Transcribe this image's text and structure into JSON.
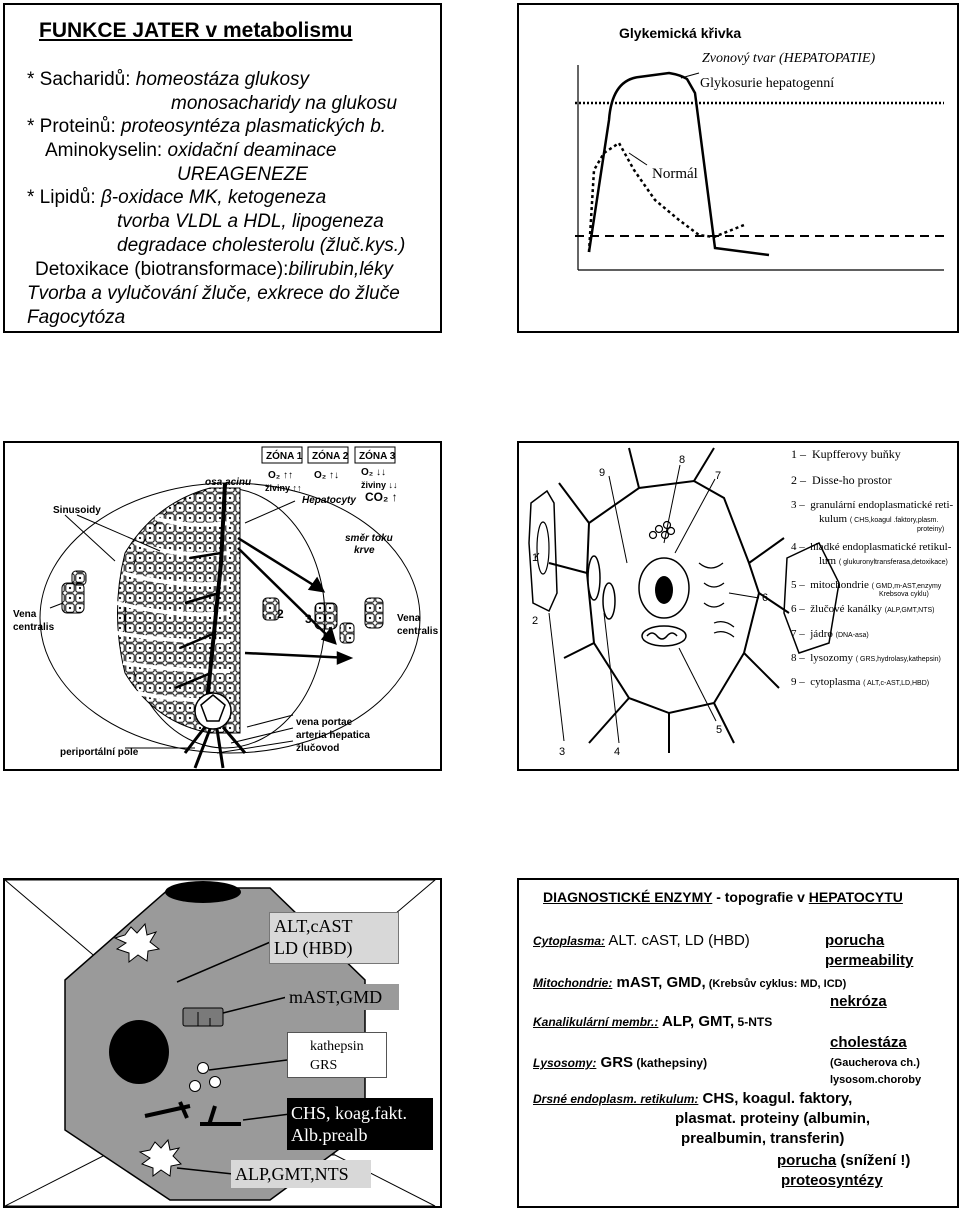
{
  "panel1": {
    "title": "FUNKCE JATER v metabolismu",
    "l1_prefix": "* Sacharidů: ",
    "l1_italic": "homeostáza glukosy",
    "l2": "monosacharidy na glukosu",
    "l3_prefix": "* Proteinů: ",
    "l3_italic": "proteosyntéza plasmatických b.",
    "l4_prefix": "Aminokyselin: ",
    "l4_italic": "oxidační deaminace",
    "l5": "UREAGENEZE",
    "l6_prefix": "* Lipidů: ",
    "l6_italic": "β-oxidace MK, ketogeneza",
    "l7": "tvorba VLDL a HDL, lipogeneza",
    "l8": "degradace cholesterolu (žluč.kys.)",
    "l9_prefix": "Detoxikace (biotransformace):",
    "l9_italic": "bilirubin,léky",
    "l10": "Tvorba a vylučování žluče, exkrece do žluče",
    "l11": "Fagocytóza"
  },
  "panel2": {
    "title": "Glykemická křivka",
    "bell_label": "Zvonový tvar (HEPATOPATIE)",
    "glyk_label": "Glykosurie hepatogenní",
    "normal_label": "Normál"
  },
  "panel3": {
    "zona1": "ZÓNA 1",
    "zona2": "ZÓNA 2",
    "zona3": "ZÓNA 3",
    "z1_o2": "O₂ ↑↑",
    "z1_ziviny": "živiny ↑↑",
    "z2_o2": "O₂ ↑↓",
    "z3_o2": "O₂ ↓↓",
    "z3_ziviny": "živiny ↓↓",
    "z3_co2": "CO₂ ↑",
    "osa_acinu": "osa acinu",
    "hepatocyty": "Hepatocyty",
    "sinusoidy": "Sinusoidy",
    "smer_toku": "směr toku",
    "krve": "krve",
    "vena_left_1": "Vena",
    "vena_left_2": "centralis",
    "vena_right_1": "Vena",
    "vena_right_2": "centralis",
    "num2": "2",
    "num3": "3",
    "vena_portae": "vena portae",
    "arteria": "arteria hepatica",
    "zlucovod": "žlučovod",
    "periportalni": "periportální pole"
  },
  "panel4": {
    "nums": [
      "1",
      "2",
      "3",
      "4",
      "5",
      "6",
      "7",
      "8",
      "9"
    ],
    "legend": [
      {
        "n": "1",
        "text": "Kupfferovy buňky",
        "sub": ""
      },
      {
        "n": "2",
        "text": "Disse-ho prostor",
        "sub": ""
      },
      {
        "n": "3",
        "text": "granulární endoplasmatické reti-",
        "text2": "kulum",
        "sub": "( CHS,koagul .faktory,plasm.",
        "sub2": "proteiny)"
      },
      {
        "n": "4",
        "text": "hladké endoplasmatické retikul-",
        "text2": "lum",
        "sub": "( glukuronyltransferasa,detoxikace)"
      },
      {
        "n": "5",
        "text": "mitochondrie",
        "sub": "( GMD,m-AST,enzymy",
        "sub2": "Krebsova cyklu)"
      },
      {
        "n": "6",
        "text": "žlučové kanálky",
        "sub": "(ALP,GMT,NTS)"
      },
      {
        "n": "7",
        "text": "jádro",
        "sub": "(DNA-asa)"
      },
      {
        "n": "8",
        "text": "lysozomy",
        "sub": "( GRS,hydrolasy,kathepsin)"
      },
      {
        "n": "9",
        "text": "cytoplasma",
        "sub": "( ALT,c-AST,LD,HBD)"
      }
    ]
  },
  "panel5": {
    "box1_l1": "ALT,cAST",
    "box1_l2": "LD (HBD)",
    "box2": "mAST,GMD",
    "box3_l1": "kathepsin",
    "box3_l2": "GRS",
    "box4_l1": "CHS, koag.fakt.",
    "box4_l2": "Alb.prealb",
    "box5": "ALP,GMT,NTS"
  },
  "panel6": {
    "title_a": "DIAGNOSTICKÉ ENZYMY",
    "title_b": " - topografie v ",
    "title_c": "HEPATOCYTU",
    "r1_label": "Cytoplasma:",
    "r1_text": " ALT. cAST, LD (HBD)",
    "r1_right1": "porucha",
    "r1_right2": "permeability",
    "r2_label": "Mitochondrie:",
    "r2_text": " mAST, GMD,",
    "r2_small": " (Krebsův cyklus: MD, ICD)",
    "r2_right": "nekróza",
    "r3_label": "Kanalikulární membr.:",
    "r3_text": " ALP, GMT,",
    "r3_small": " 5-NTS",
    "r3_right": "cholestáza",
    "r4_label": "Lysosomy:",
    "r4_text": " GRS",
    "r4_small": " (kathepsiny)",
    "r4_right1": "(Gaucherova ch.)",
    "r4_right2": "lysosom.choroby",
    "r5_label": "Drsné endoplasm. retikulum:",
    "r5_text": " CHS, koagul. faktory,",
    "r6": "plasmat. proteiny (albumin,",
    "r7": "prealbumin, transferin)",
    "r8_a": "porucha",
    "r8_b": " (snížení !)",
    "r9": "proteosyntézy"
  }
}
